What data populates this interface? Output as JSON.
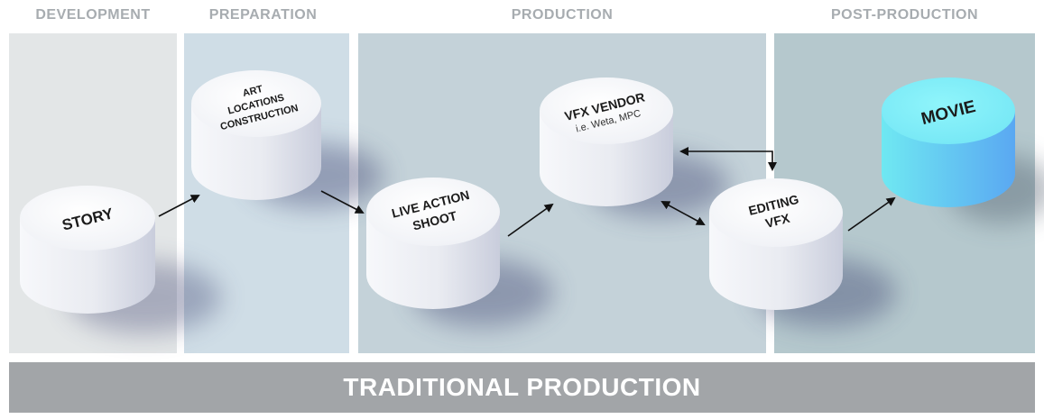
{
  "phases": [
    {
      "label": "DEVELOPMENT"
    },
    {
      "label": "PREPARATION"
    },
    {
      "label": "PRODUCTION"
    },
    {
      "label": "POST-PRODUCTION"
    }
  ],
  "nodes": {
    "story": {
      "lines": [
        "STORY"
      ]
    },
    "art": {
      "lines": [
        "ART",
        "LOCATIONS",
        "CONSTRUCTION"
      ]
    },
    "live_action": {
      "lines": [
        "LIVE ACTION",
        "SHOOT"
      ]
    },
    "vfx_vendor": {
      "lines": [
        "VFX VENDOR"
      ],
      "sub": "i.e. Weta, MPC"
    },
    "editing": {
      "lines": [
        "EDITING",
        "VFX"
      ]
    },
    "movie": {
      "lines": [
        "MOVIE"
      ]
    }
  },
  "footer": {
    "label": "TRADITIONAL PRODUCTION"
  },
  "colors": {
    "development_panel": "#e3e6e7",
    "preparation_panel": "#cfdde6",
    "production_panel": "#c4d2d9",
    "post_production_panel": "#b5c8cd",
    "movie_cylinder": "#72e4f4",
    "footer": "#a2a5a8"
  }
}
